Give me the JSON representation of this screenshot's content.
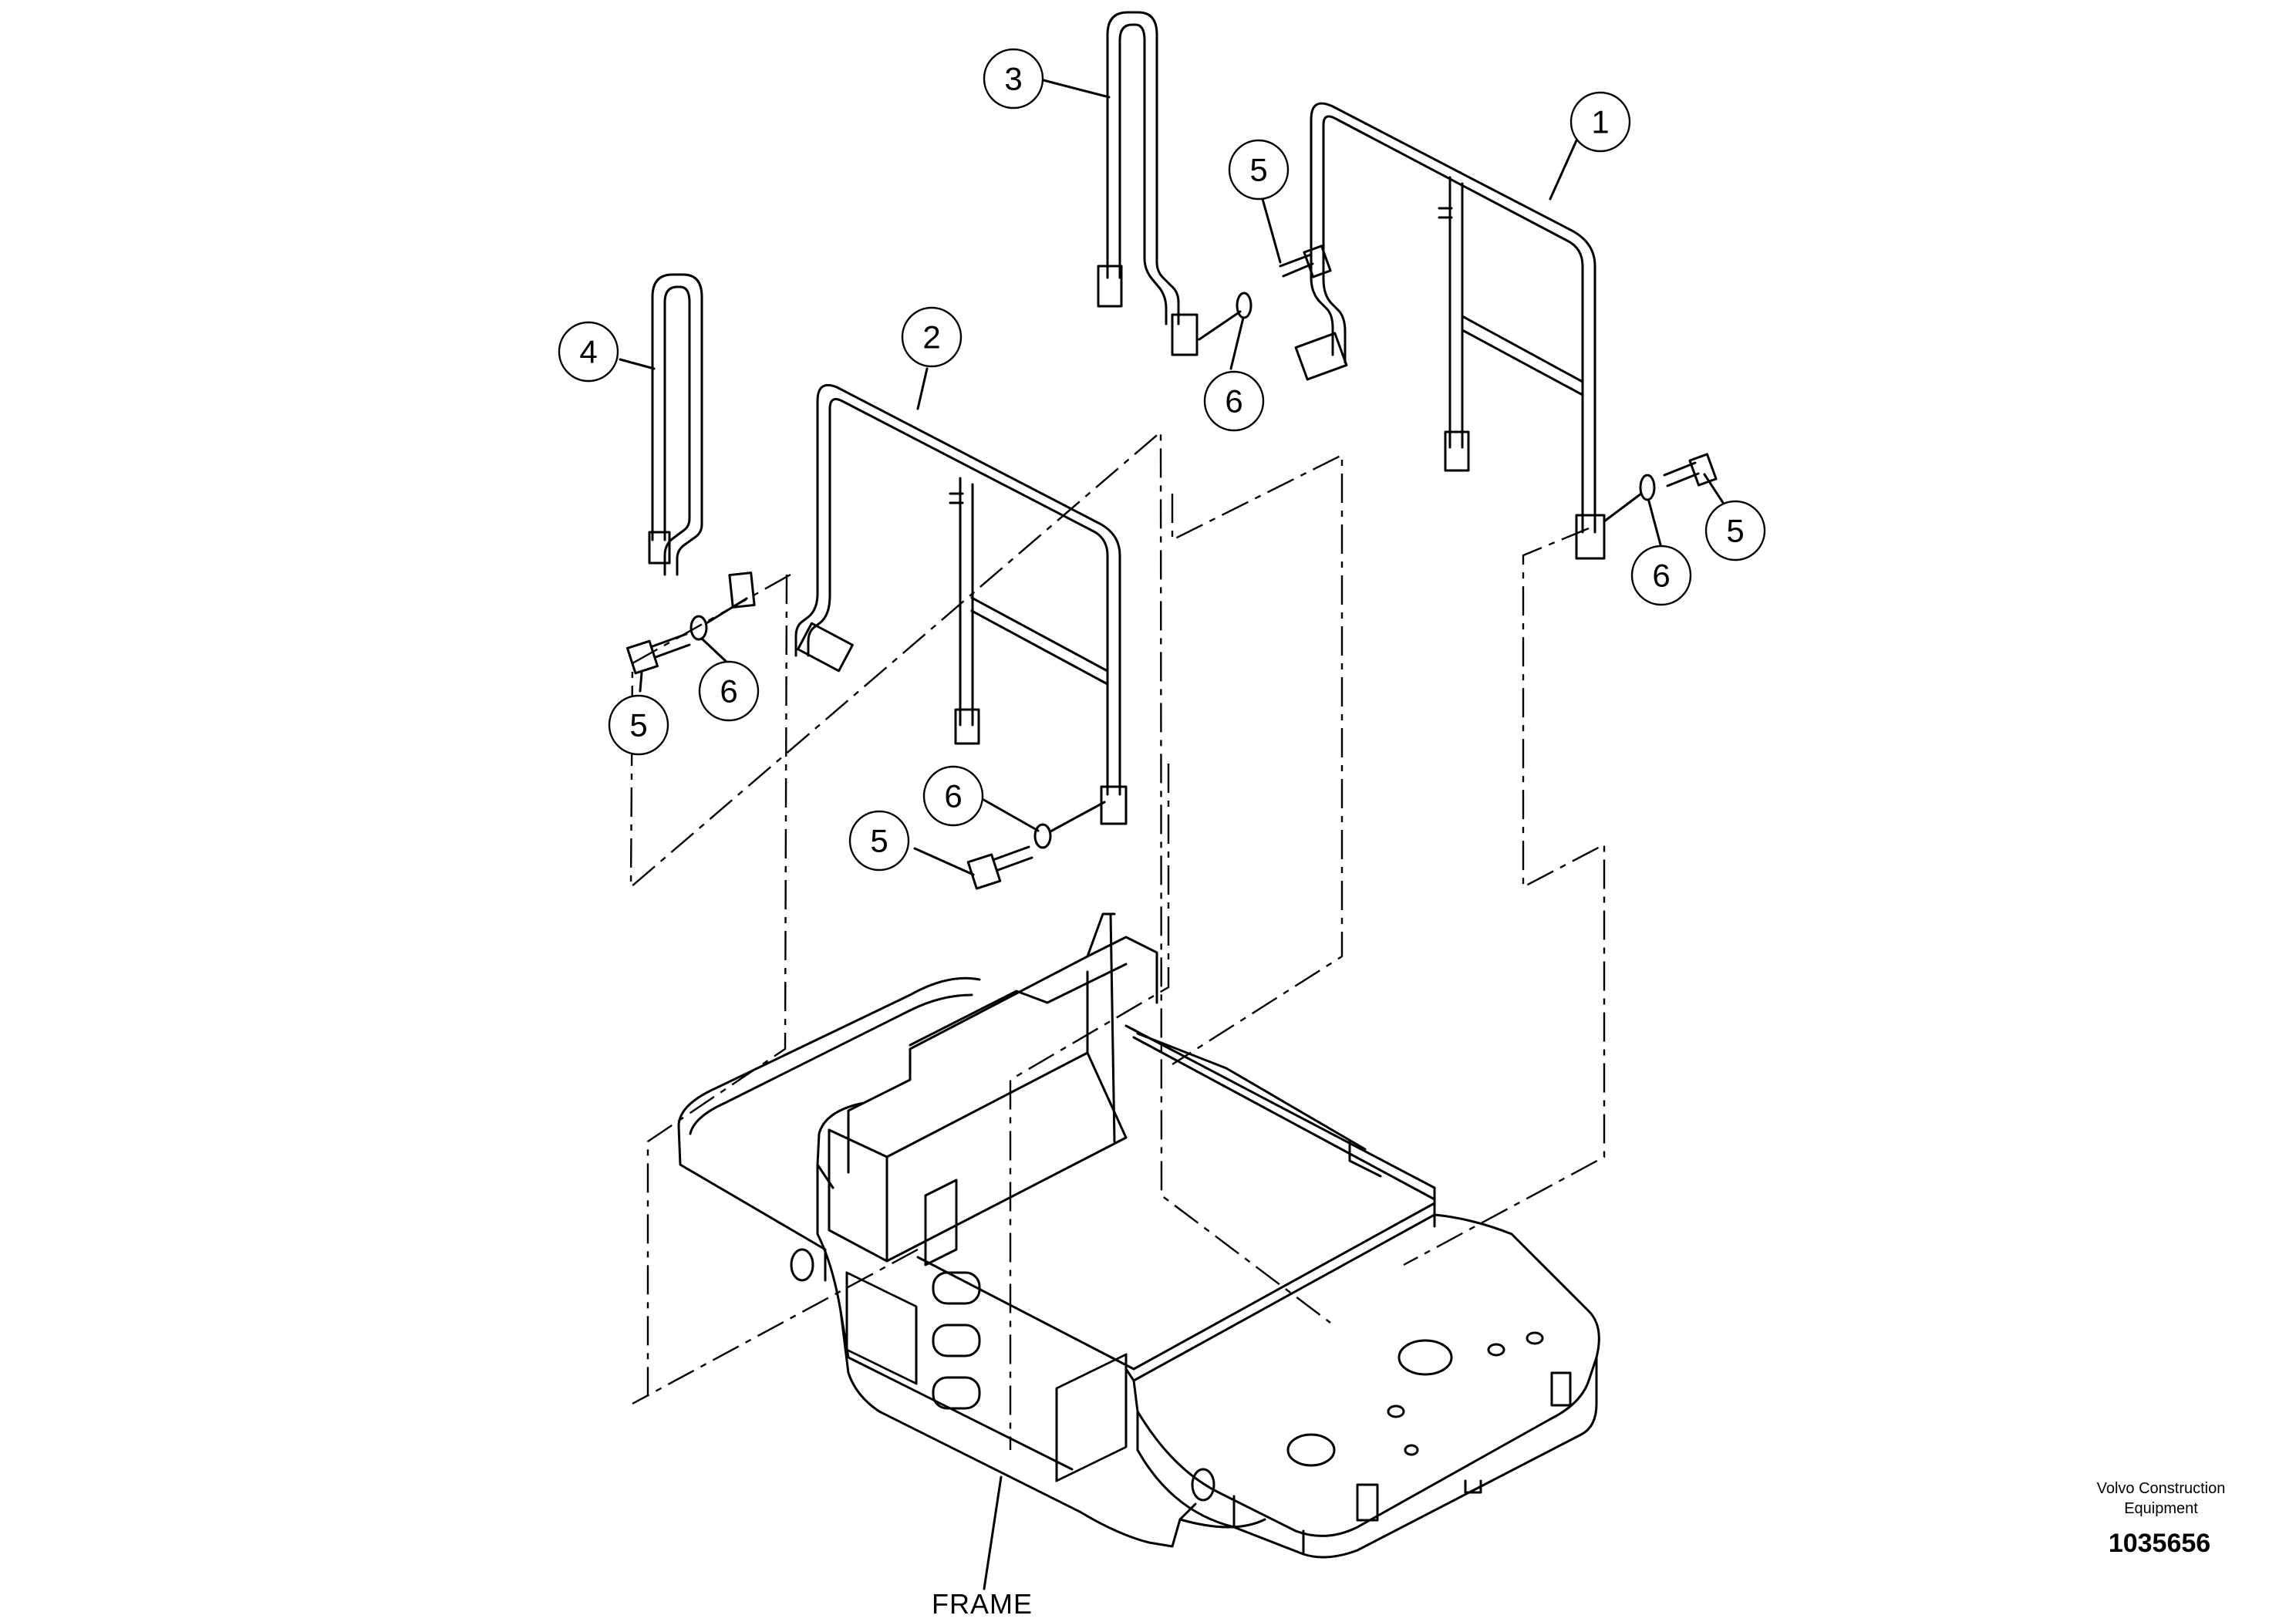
{
  "callouts": [
    {
      "id": "c1",
      "label": "1"
    },
    {
      "id": "c2",
      "label": "2"
    },
    {
      "id": "c3",
      "label": "3"
    },
    {
      "id": "c4",
      "label": "4"
    },
    {
      "id": "c5a",
      "label": "5"
    },
    {
      "id": "c5b",
      "label": "5"
    },
    {
      "id": "c5c",
      "label": "5"
    },
    {
      "id": "c5d",
      "label": "5"
    },
    {
      "id": "c6a",
      "label": "6"
    },
    {
      "id": "c6b",
      "label": "6"
    },
    {
      "id": "c6c",
      "label": "6"
    },
    {
      "id": "c6d",
      "label": "6"
    }
  ],
  "frame_label": "FRAME",
  "manufacturer": {
    "line1": "Volvo Construction",
    "line2": "Equipment"
  },
  "document_number": "1035656"
}
